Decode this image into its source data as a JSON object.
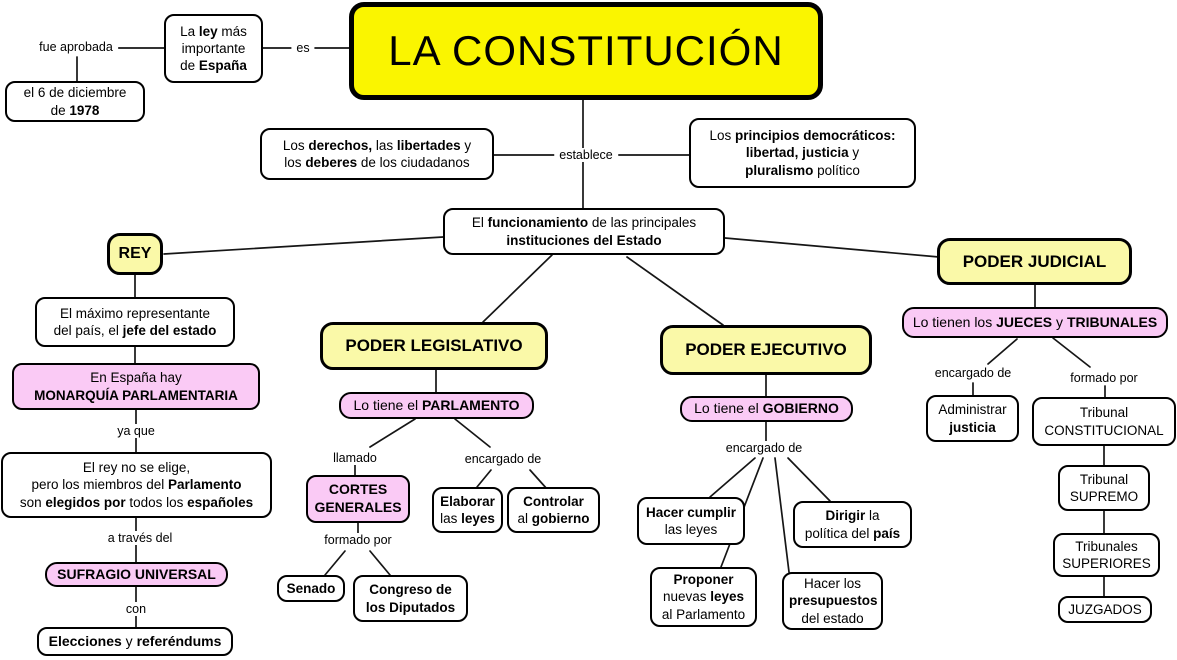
{
  "colors": {
    "title_fill": "#FAF500",
    "topic_fill": "#FAF9A8",
    "pink_fill": "#FACAF5",
    "box_fill": "#FFFFFF",
    "line": "#161616"
  },
  "main": {
    "title": "LA CONSTITUCIÓN"
  },
  "approval": {
    "label_fue_aprobada": "fue aprobada",
    "date": "el 6 de diciembre\nde **1978**",
    "importance": "La **ley** más\nimportante\nde **España**",
    "label_es": "es"
  },
  "establishes": {
    "label": "establece",
    "rights": "Los **derechos,** las **libertades** y\nlos **deberes** de los ciudadanos",
    "principles": "Los **principios democráticos:**\n**libertad, justicia** y\n**pluralismo** político",
    "functioning": "El **funcionamiento** de las principales\n**instituciones del Estado**"
  },
  "rey": {
    "title": "REY",
    "representative": "El máximo representante\ndel país, el **jefe del estado**",
    "monarquia": "En España hay\n**MONARQUÍA PARLAMENTARIA**",
    "label_ya_que": "ya que",
    "eleccion": "El rey no se elige,\npero los miembros del **Parlamento**\nson **elegidos por** todos los **españoles**",
    "label_a_traves_del": "a través del",
    "sufragio": "**SUFRAGIO UNIVERSAL**",
    "label_con": "con",
    "elecciones": "**Elecciones** y **referéndums**"
  },
  "legislativo": {
    "title": "PODER LEGISLATIVO",
    "parlamento": "Lo tiene el **PARLAMENTO**",
    "label_llamado": "llamado",
    "label_encargado_de": "encargado de",
    "cortes": "**CORTES**\n**GENERALES**",
    "elaborar": "**Elaborar**\nlas **leyes**",
    "controlar": "**Controlar**\nal **gobierno**",
    "label_formado_por": "formado por",
    "senado": "**Senado**",
    "congreso": "**Congreso de**\n**los Diputados**"
  },
  "ejecutivo": {
    "title": "PODER EJECUTIVO",
    "gobierno": "Lo tiene el **GOBIERNO**",
    "label_encargado_de": "encargado de",
    "hacer_cumplir": "**Hacer cumplir**\nlas leyes",
    "dirigir": "**Dirigir** la\npolítica del **país**",
    "proponer": "**Proponer**\nnuevas **leyes**\nal Parlamento",
    "presupuestos": "Hacer los\n**presupuestos**\ndel estado"
  },
  "judicial": {
    "title": "PODER JUDICIAL",
    "jueces": "Lo tienen los **JUECES** y **TRIBUNALES**",
    "label_encargado_de": "encargado de",
    "label_formado_por": "formado por",
    "administrar": "Administrar\n**justicia**",
    "tribunal_constitucional": "Tribunal\nCONSTITUCIONAL",
    "tribunal_supremo": "Tribunal\nSUPREMO",
    "tribunales_superiores": "Tribunales\nSUPERIORES",
    "juzgados": "JUZGADOS"
  }
}
